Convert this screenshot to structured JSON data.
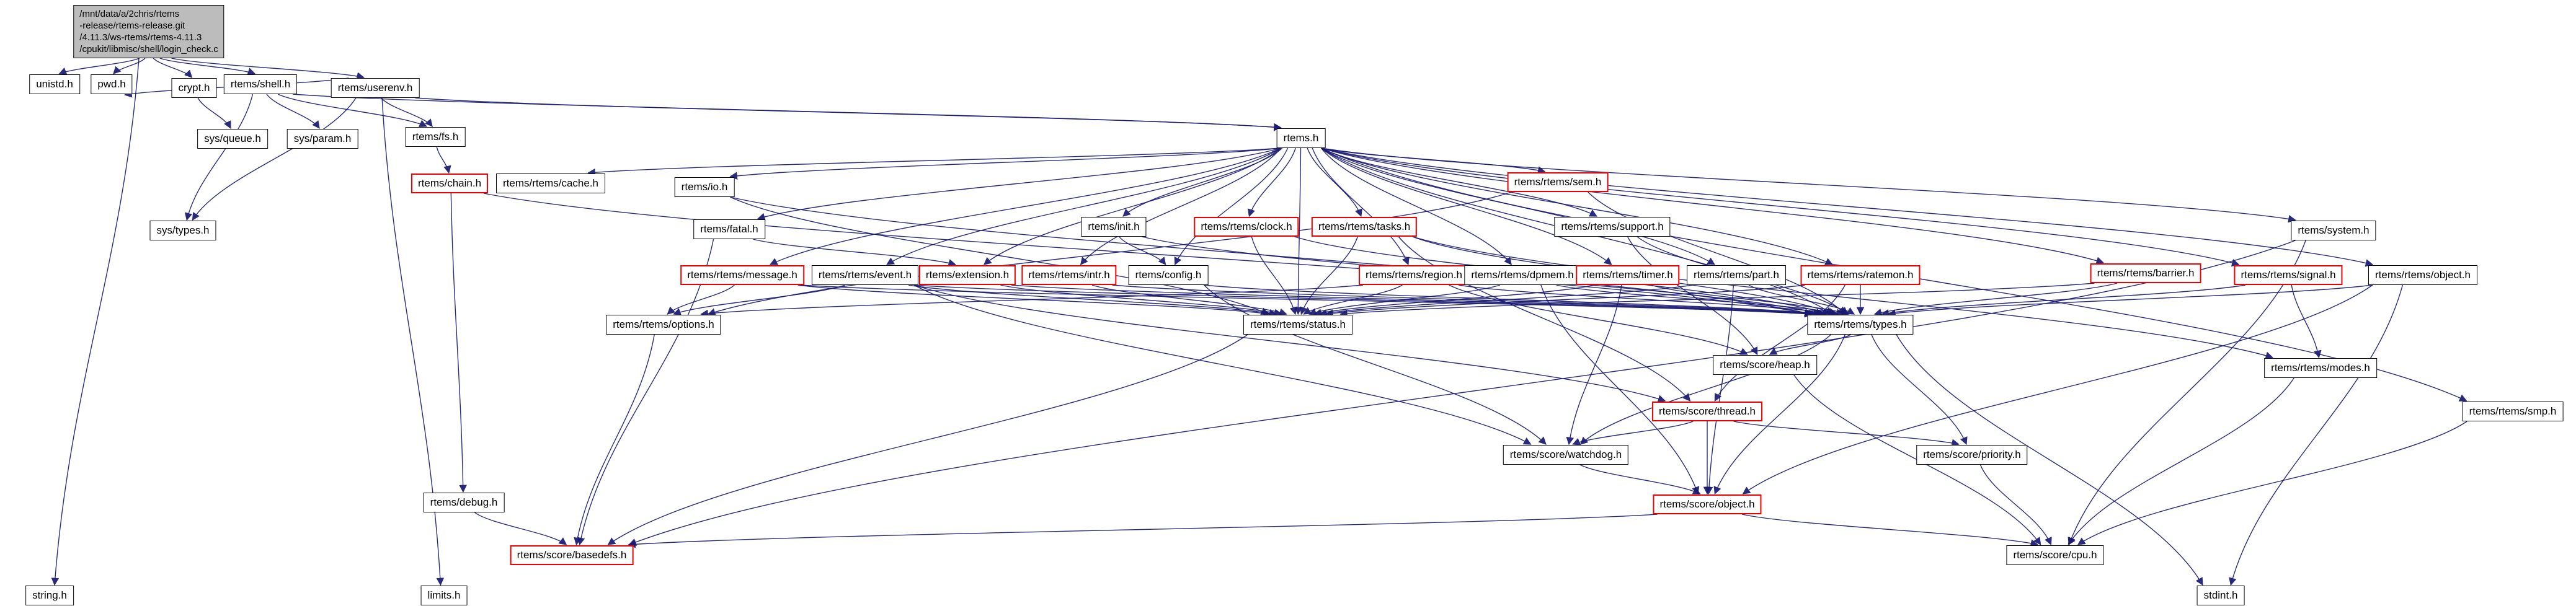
{
  "diagram": {
    "type": "doxygen-include-dependency-graph",
    "colors": {
      "edge": "#191970",
      "node_border": "#000000",
      "truncated_border": "#ee0000",
      "main_fill": "#bcbcbc",
      "node_fill": "#ffffff",
      "background": "#ffffff"
    },
    "nodes": [
      {
        "id": "main",
        "main": true,
        "lines": [
          "/mnt/data/a/2chris/rtems",
          "-release/rtems-release.git",
          "/4.11.3/ws-rtems/rtems-4.11.3",
          "/cpukit/libmisc/shell/login_check.c"
        ]
      },
      {
        "id": "unistd",
        "label": "unistd.h",
        "external": true
      },
      {
        "id": "pwd",
        "label": "pwd.h",
        "external": true
      },
      {
        "id": "crypt",
        "label": "crypt.h"
      },
      {
        "id": "shell",
        "label": "rtems/shell.h"
      },
      {
        "id": "userenv",
        "label": "rtems/userenv.h"
      },
      {
        "id": "queue",
        "label": "sys/queue.h",
        "external": true
      },
      {
        "id": "param",
        "label": "sys/param.h",
        "external": true
      },
      {
        "id": "fs",
        "label": "rtems/fs.h"
      },
      {
        "id": "rtems",
        "label": "rtems.h"
      },
      {
        "id": "chain",
        "label": "rtems/chain.h",
        "truncated": true
      },
      {
        "id": "cache",
        "label": "rtems/rtems/cache.h"
      },
      {
        "id": "io",
        "label": "rtems/io.h"
      },
      {
        "id": "sem",
        "label": "rtems/rtems/sem.h",
        "truncated": true
      },
      {
        "id": "systypes",
        "label": "sys/types.h",
        "external": true
      },
      {
        "id": "fatal",
        "label": "rtems/fatal.h"
      },
      {
        "id": "init",
        "label": "rtems/init.h"
      },
      {
        "id": "clock",
        "label": "rtems/rtems/clock.h",
        "truncated": true
      },
      {
        "id": "tasks",
        "label": "rtems/rtems/tasks.h",
        "truncated": true
      },
      {
        "id": "support",
        "label": "rtems/rtems/support.h"
      },
      {
        "id": "system",
        "label": "rtems/system.h"
      },
      {
        "id": "message",
        "label": "rtems/rtems/message.h",
        "truncated": true
      },
      {
        "id": "event",
        "label": "rtems/rtems/event.h"
      },
      {
        "id": "extension",
        "label": "rtems/extension.h",
        "truncated": true
      },
      {
        "id": "intr",
        "label": "rtems/rtems/intr.h",
        "truncated": true
      },
      {
        "id": "config",
        "label": "rtems/config.h"
      },
      {
        "id": "region",
        "label": "rtems/rtems/region.h",
        "truncated": true
      },
      {
        "id": "dpmem",
        "label": "rtems/rtems/dpmem.h"
      },
      {
        "id": "timer",
        "label": "rtems/rtems/timer.h",
        "truncated": true
      },
      {
        "id": "part",
        "label": "rtems/rtems/part.h"
      },
      {
        "id": "ratemon",
        "label": "rtems/rtems/ratemon.h",
        "truncated": true
      },
      {
        "id": "barrier",
        "label": "rtems/rtems/barrier.h",
        "truncated": true
      },
      {
        "id": "signal",
        "label": "rtems/rtems/signal.h",
        "truncated": true
      },
      {
        "id": "objectr",
        "label": "rtems/rtems/object.h"
      },
      {
        "id": "options",
        "label": "rtems/rtems/options.h"
      },
      {
        "id": "status",
        "label": "rtems/rtems/status.h"
      },
      {
        "id": "types",
        "label": "rtems/rtems/types.h"
      },
      {
        "id": "heap",
        "label": "rtems/score/heap.h"
      },
      {
        "id": "modes",
        "label": "rtems/rtems/modes.h"
      },
      {
        "id": "thread",
        "label": "rtems/score/thread.h",
        "truncated": true
      },
      {
        "id": "smp",
        "label": "rtems/rtems/smp.h"
      },
      {
        "id": "watchdog",
        "label": "rtems/score/watchdog.h"
      },
      {
        "id": "priority",
        "label": "rtems/score/priority.h"
      },
      {
        "id": "debug",
        "label": "rtems/debug.h"
      },
      {
        "id": "objects",
        "label": "rtems/score/object.h",
        "truncated": true
      },
      {
        "id": "basedefs",
        "label": "rtems/score/basedefs.h",
        "truncated": true
      },
      {
        "id": "cpu",
        "label": "rtems/score/cpu.h"
      },
      {
        "id": "stringh",
        "label": "string.h",
        "external": true
      },
      {
        "id": "limits",
        "label": "limits.h",
        "external": true
      },
      {
        "id": "stdint",
        "label": "stdint.h",
        "external": true
      }
    ],
    "edges": [
      [
        "main",
        "unistd"
      ],
      [
        "main",
        "pwd"
      ],
      [
        "main",
        "crypt"
      ],
      [
        "main",
        "shell"
      ],
      [
        "main",
        "userenv"
      ],
      [
        "main",
        "stringh"
      ],
      [
        "crypt",
        "queue"
      ],
      [
        "shell",
        "param"
      ],
      [
        "shell",
        "systypes"
      ],
      [
        "shell",
        "fs"
      ],
      [
        "shell",
        "rtems"
      ],
      [
        "userenv",
        "pwd"
      ],
      [
        "userenv",
        "systypes"
      ],
      [
        "userenv",
        "limits"
      ],
      [
        "userenv",
        "fs"
      ],
      [
        "userenv",
        "rtems"
      ],
      [
        "fs",
        "chain"
      ],
      [
        "chain",
        "types"
      ],
      [
        "chain",
        "debug"
      ],
      [
        "rtems",
        "cache"
      ],
      [
        "rtems",
        "io"
      ],
      [
        "rtems",
        "sem"
      ],
      [
        "rtems",
        "fatal"
      ],
      [
        "rtems",
        "init"
      ],
      [
        "rtems",
        "clock"
      ],
      [
        "rtems",
        "tasks"
      ],
      [
        "rtems",
        "support"
      ],
      [
        "rtems",
        "system"
      ],
      [
        "rtems",
        "message"
      ],
      [
        "rtems",
        "event"
      ],
      [
        "rtems",
        "extension"
      ],
      [
        "rtems",
        "intr"
      ],
      [
        "rtems",
        "config"
      ],
      [
        "rtems",
        "region"
      ],
      [
        "rtems",
        "dpmem"
      ],
      [
        "rtems",
        "timer"
      ],
      [
        "rtems",
        "part"
      ],
      [
        "rtems",
        "ratemon"
      ],
      [
        "rtems",
        "barrier"
      ],
      [
        "rtems",
        "signal"
      ],
      [
        "rtems",
        "objectr"
      ],
      [
        "rtems",
        "status"
      ],
      [
        "rtems",
        "types"
      ],
      [
        "rtems",
        "smp"
      ],
      [
        "io",
        "status"
      ],
      [
        "io",
        "types"
      ],
      [
        "fatal",
        "extension"
      ],
      [
        "fatal",
        "basedefs"
      ],
      [
        "init",
        "config"
      ],
      [
        "init",
        "types"
      ],
      [
        "clock",
        "status"
      ],
      [
        "clock",
        "types"
      ],
      [
        "tasks",
        "status"
      ],
      [
        "tasks",
        "types"
      ],
      [
        "tasks",
        "thread"
      ],
      [
        "tasks",
        "modes"
      ],
      [
        "sem",
        "options"
      ],
      [
        "sem",
        "types"
      ],
      [
        "support",
        "types"
      ],
      [
        "support",
        "heap"
      ],
      [
        "system",
        "basedefs"
      ],
      [
        "system",
        "cpu"
      ],
      [
        "message",
        "options"
      ],
      [
        "message",
        "status"
      ],
      [
        "message",
        "types"
      ],
      [
        "event",
        "options"
      ],
      [
        "event",
        "status"
      ],
      [
        "event",
        "types"
      ],
      [
        "event",
        "thread"
      ],
      [
        "event",
        "watchdog"
      ],
      [
        "extension",
        "status"
      ],
      [
        "extension",
        "types"
      ],
      [
        "intr",
        "status"
      ],
      [
        "intr",
        "types"
      ],
      [
        "config",
        "types"
      ],
      [
        "config",
        "watchdog"
      ],
      [
        "region",
        "options"
      ],
      [
        "region",
        "status"
      ],
      [
        "region",
        "types"
      ],
      [
        "region",
        "heap"
      ],
      [
        "dpmem",
        "status"
      ],
      [
        "dpmem",
        "types"
      ],
      [
        "dpmem",
        "objects"
      ],
      [
        "timer",
        "status"
      ],
      [
        "timer",
        "types"
      ],
      [
        "timer",
        "watchdog"
      ],
      [
        "part",
        "status"
      ],
      [
        "part",
        "types"
      ],
      [
        "part",
        "objects"
      ],
      [
        "ratemon",
        "status"
      ],
      [
        "ratemon",
        "types"
      ],
      [
        "ratemon",
        "thread"
      ],
      [
        "barrier",
        "status"
      ],
      [
        "barrier",
        "types"
      ],
      [
        "signal",
        "types"
      ],
      [
        "signal",
        "modes"
      ],
      [
        "objectr",
        "types"
      ],
      [
        "objectr",
        "objects"
      ],
      [
        "objectr",
        "stdint"
      ],
      [
        "options",
        "basedefs"
      ],
      [
        "status",
        "basedefs"
      ],
      [
        "types",
        "heap"
      ],
      [
        "types",
        "objects"
      ],
      [
        "types",
        "priority"
      ],
      [
        "types",
        "watchdog"
      ],
      [
        "types",
        "stdint"
      ],
      [
        "heap",
        "cpu"
      ],
      [
        "modes",
        "cpu"
      ],
      [
        "thread",
        "watchdog"
      ],
      [
        "thread",
        "priority"
      ],
      [
        "thread",
        "objects"
      ],
      [
        "smp",
        "cpu"
      ],
      [
        "watchdog",
        "objects"
      ],
      [
        "priority",
        "cpu"
      ],
      [
        "debug",
        "basedefs"
      ],
      [
        "objects",
        "basedefs"
      ],
      [
        "objects",
        "cpu"
      ]
    ]
  }
}
